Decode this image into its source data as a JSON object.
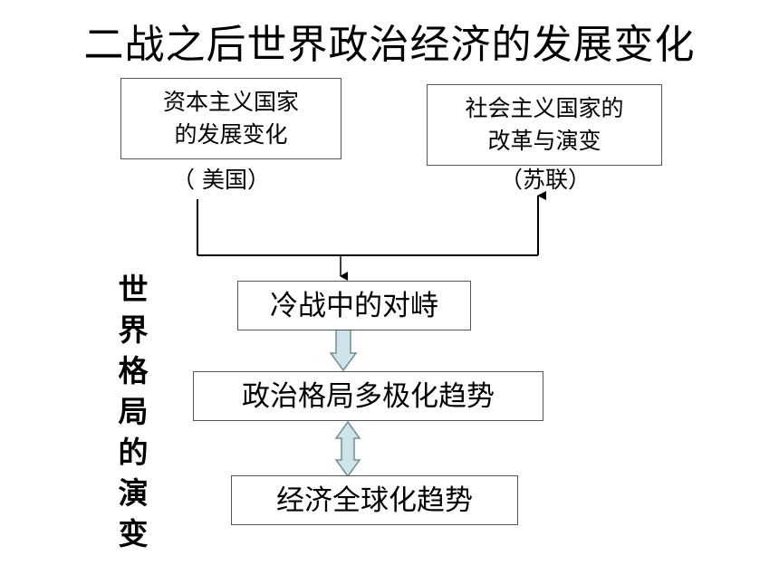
{
  "title": "二战之后世界政治经济的发展变化",
  "left_box": {
    "line1": "资本主义国家",
    "line2": "的发展变化",
    "sub": "（ 美国）"
  },
  "right_box": {
    "line1": "社会主义国家的",
    "line2": "改革与演变",
    "sub": "（苏联）"
  },
  "cold_war": "冷战中的对峙",
  "multipolar": "政治格局多极化趋势",
  "globalization": "经济全球化趋势",
  "side_label": [
    "世",
    "界",
    "格",
    "局",
    "的",
    "演",
    "变"
  ],
  "colors": {
    "connector": "#000000",
    "arrow_fill": "#cfe3ea",
    "arrow_stroke": "#6f8f95",
    "box_border": "#555555"
  }
}
